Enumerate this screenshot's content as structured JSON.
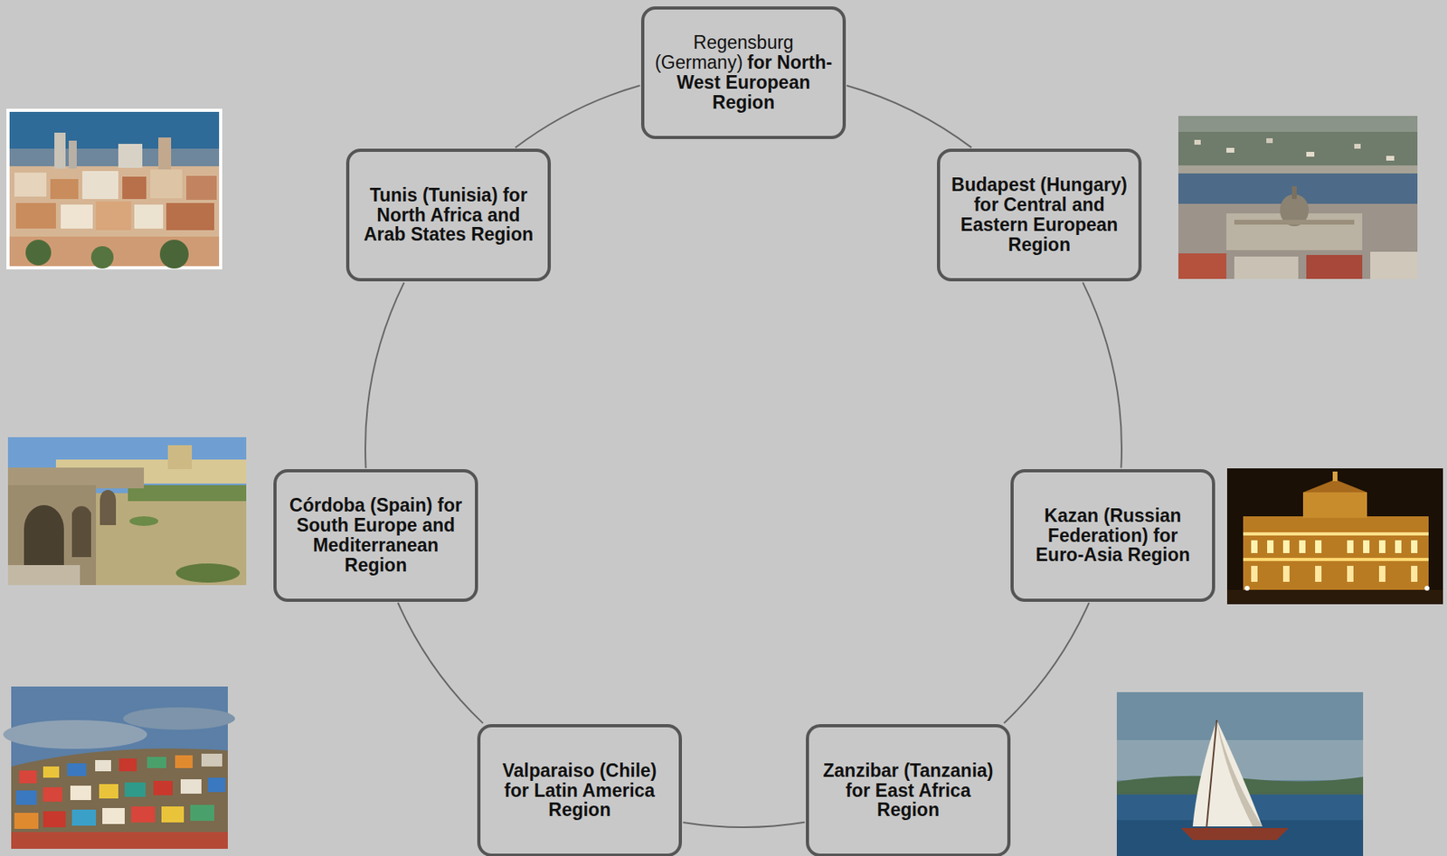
{
  "diagram": {
    "nodes": [
      {
        "text": [
          "Regensburg (Germany)",
          "for North-West European Region"
        ]
      },
      {
        "text": [
          "Tunis (Tunisia) for North Africa and Arab States Region"
        ]
      },
      {
        "text": [
          "Budapest (Hungary) for Central and Eastern European Region"
        ]
      },
      {
        "text": [
          "Córdoba (Spain) for South Europe and Mediterranean Region"
        ]
      },
      {
        "text": [
          "Kazan (Russian Federation) for Euro-Asia Region"
        ]
      },
      {
        "text": [
          "Valparaiso (Chile) for Latin America Region"
        ]
      },
      {
        "text": [
          "Zanzibar (Tanzania) for East Africa Region"
        ]
      }
    ],
    "edges": [
      {
        "from": 0,
        "to": 2,
        "arrow": "none"
      },
      {
        "from": 2,
        "to": 4,
        "arrow": "none"
      },
      {
        "from": 4,
        "to": 6,
        "arrow": "none"
      },
      {
        "from": 6,
        "to": 5,
        "arrow": "none"
      },
      {
        "from": 5,
        "to": 3,
        "arrow": "none"
      },
      {
        "from": 3,
        "to": 1,
        "arrow": "none"
      },
      {
        "from": 1,
        "to": 0,
        "arrow": "none"
      }
    ]
  }
}
